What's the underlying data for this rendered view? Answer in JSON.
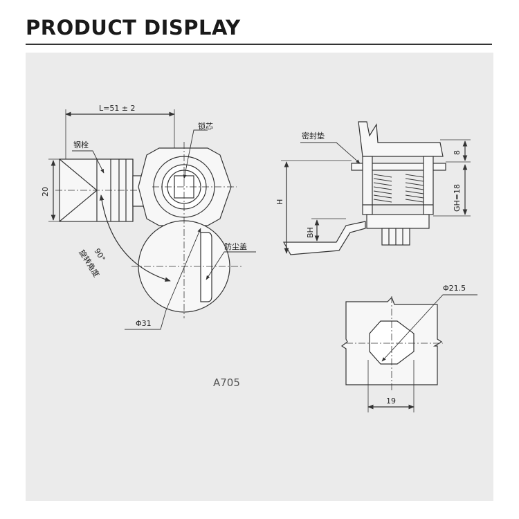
{
  "header": {
    "title": "PRODUCT DISPLAY"
  },
  "diagram": {
    "labels": {
      "length": "L=51 ± 2",
      "steel_bolt": "钢栓",
      "lock_core": "锁芯",
      "height_20": "20",
      "rotation_angle": "90°",
      "rotation_text": "旋转角度",
      "dust_cover": "防尘盖",
      "phi31": "Φ31",
      "model": "A705",
      "seal_gasket": "密封垫",
      "h": "H",
      "bh": "BH",
      "dim_8": "8",
      "gh": "GH=18",
      "phi215": "Φ21.5",
      "width_19": "19"
    }
  },
  "colors": {
    "panel_bg": "#ebebeb",
    "line": "#333333",
    "title": "#1a1a1a"
  }
}
